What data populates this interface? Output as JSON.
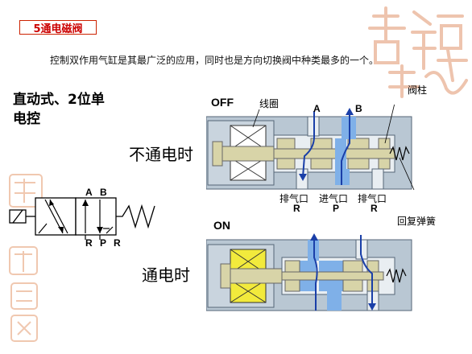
{
  "slide": {
    "title": "5通电磁阀",
    "intro": "控制双作用气缸是其最广泛的应用，同时也是方向切换阀中种类最多的一个。",
    "heading_line1": "直动式、2位单",
    "heading_line2": "电控"
  },
  "symbol": {
    "top_ports": {
      "a": "A",
      "b": "B"
    },
    "bottom_ports": {
      "r1": "R",
      "p": "P",
      "r2": "R"
    }
  },
  "off_state": {
    "tag": "OFF",
    "label": "不通电时",
    "coil_label": "线圈",
    "spool_label": "阀柱",
    "port_a": "A",
    "port_b": "B",
    "exhaust_left": "排气口",
    "inlet": "进气口",
    "exhaust_right": "排气口",
    "port_r1": "R",
    "port_p": "P",
    "port_r2": "R",
    "spring_label": "回复弹簧"
  },
  "on_state": {
    "tag": "ON",
    "label": "通电时"
  },
  "colors": {
    "title_border": "#cc2200",
    "title_text": "#cc0000",
    "valve_body": "#b9c7d3",
    "valve_dark": "#556677",
    "air_blue": "#7fb0e8",
    "coil_yellow": "#f2ea3c",
    "spool": "#d8d4a8",
    "arrow": "#1a3fa8",
    "deco_red": "#e9b9a0"
  }
}
